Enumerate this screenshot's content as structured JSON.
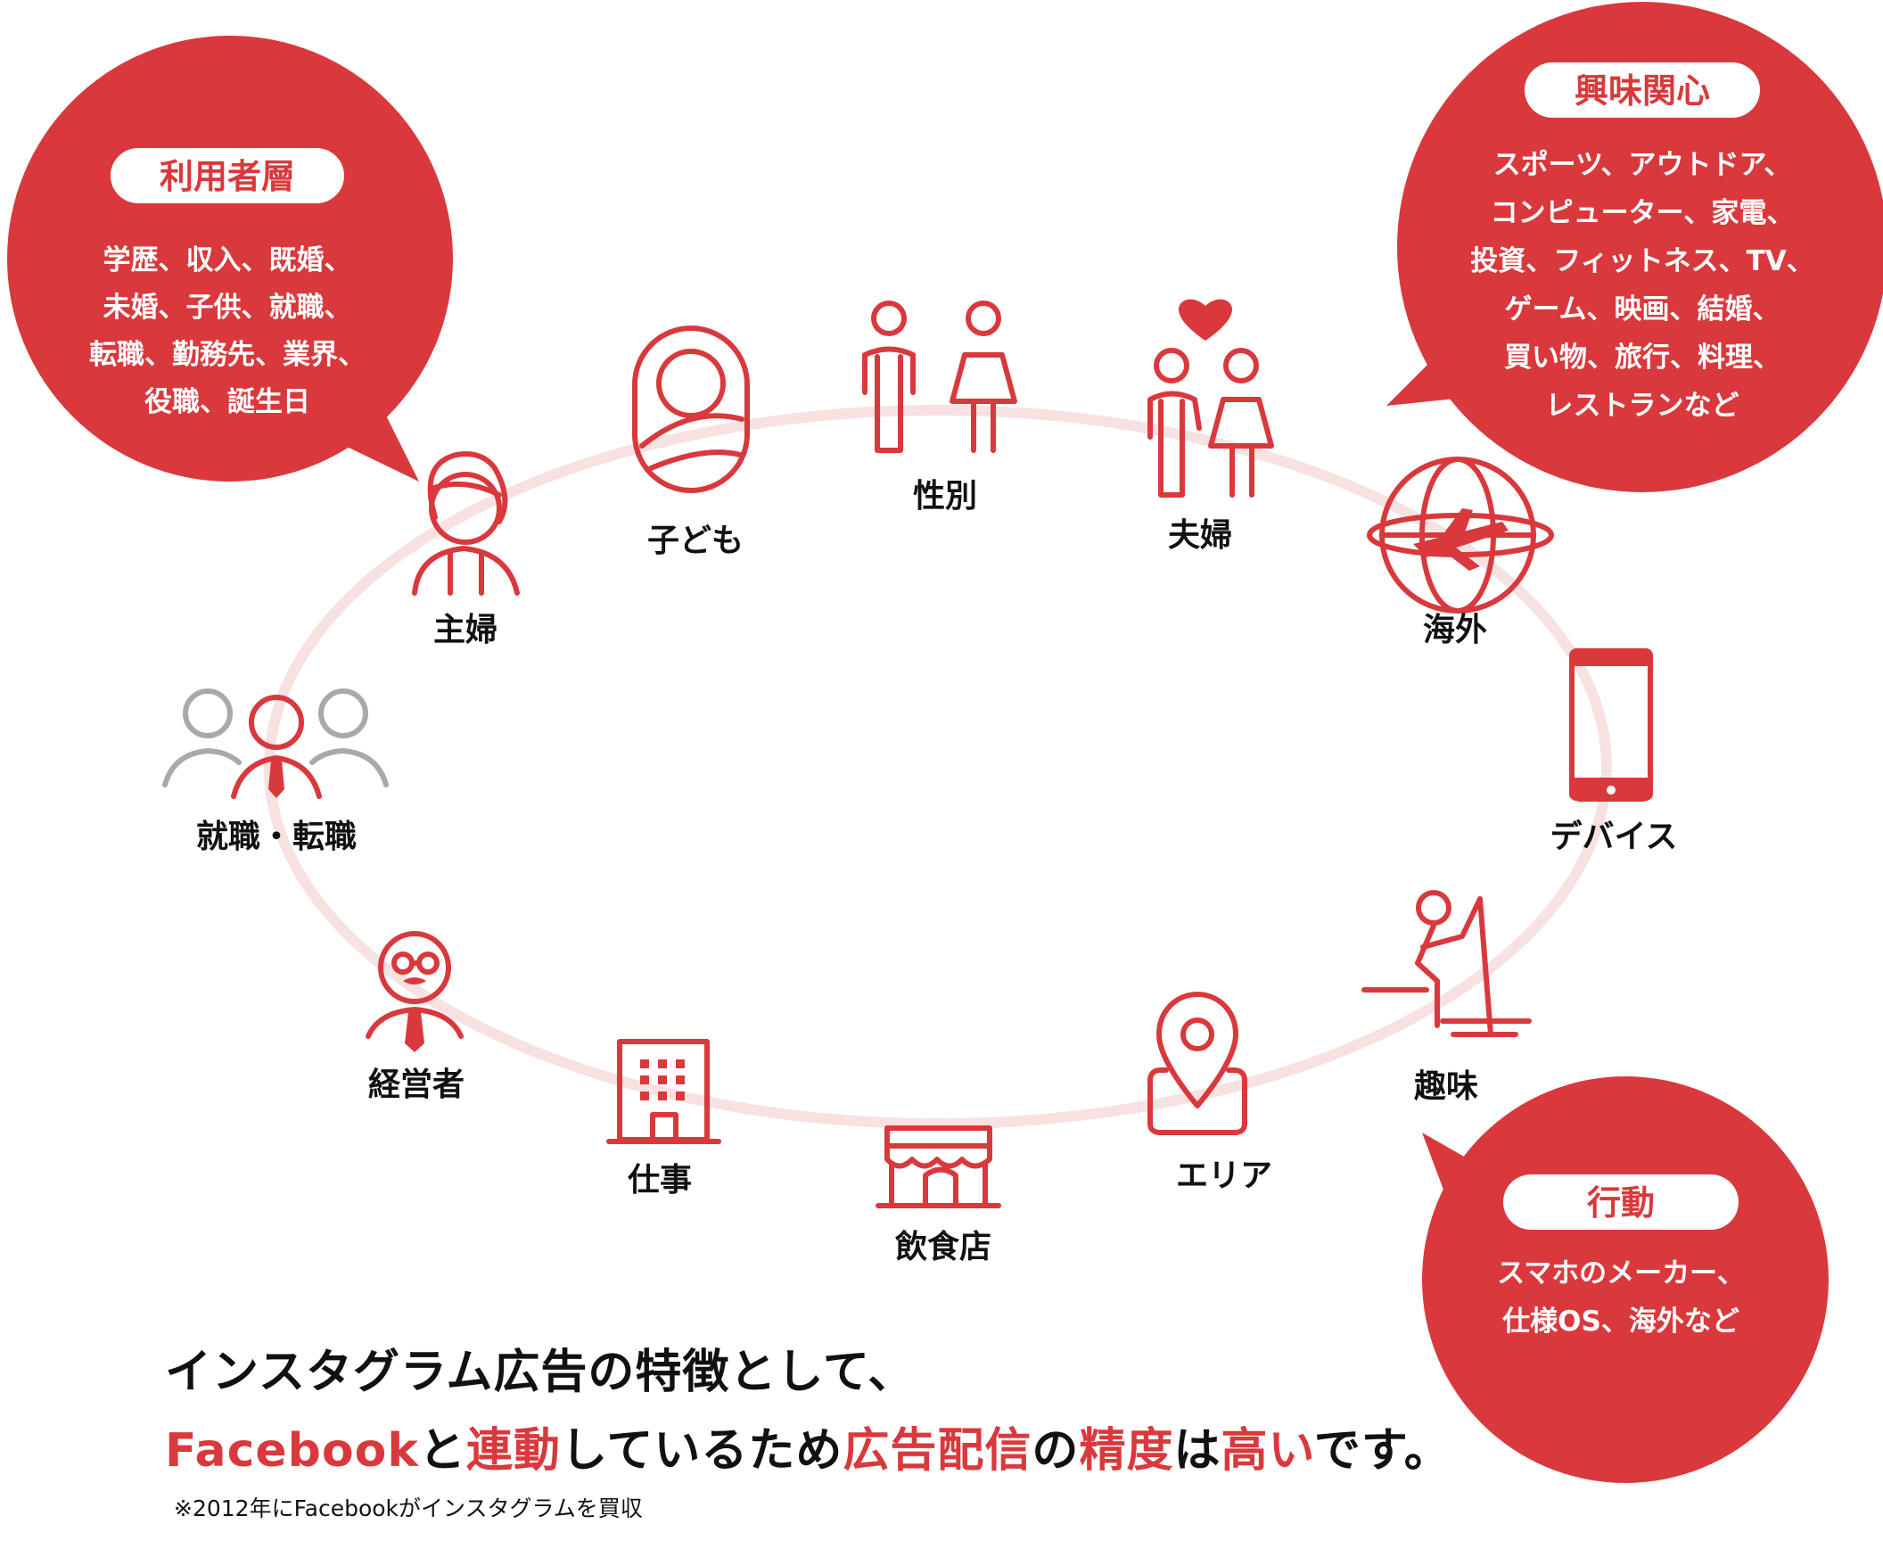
{
  "colors": {
    "accent": "#d9393c",
    "ring": "#f7e1e1",
    "muted_icon": "#a9a9a9",
    "text": "#111111"
  },
  "bubbles": {
    "users": {
      "tag": "利用者層",
      "lines": [
        "学歴、収入、既婚、",
        "未婚、子供、就職、",
        "転職、勤務先、業界、",
        "役職、誕生日"
      ]
    },
    "interests": {
      "tag": "興味関心",
      "lines": [
        "スポーツ、アウトドア、",
        "コンピューター、家電、",
        "投資、フィットネス、TV、",
        "ゲーム、映画、結婚、",
        "買い物、旅行、料理、",
        "レストランなど"
      ]
    },
    "behavior": {
      "tag": "行動",
      "lines": [
        "スマホのメーカー、",
        "仕様OS、海外など"
      ]
    }
  },
  "nodes": [
    {
      "id": "housewife",
      "label": "主婦",
      "icon": "housewife-icon"
    },
    {
      "id": "children",
      "label": "子ども",
      "icon": "baby-icon"
    },
    {
      "id": "gender",
      "label": "性別",
      "icon": "man-woman-icon"
    },
    {
      "id": "couple",
      "label": "夫婦",
      "icon": "couple-heart-icon"
    },
    {
      "id": "overseas",
      "label": "海外",
      "icon": "globe-airplane-icon"
    },
    {
      "id": "device",
      "label": "デバイス",
      "icon": "smartphone-icon"
    },
    {
      "id": "hobby",
      "label": "趣味",
      "icon": "fishing-icon"
    },
    {
      "id": "area",
      "label": "エリア",
      "icon": "map-pin-icon"
    },
    {
      "id": "restaurant",
      "label": "飲食店",
      "icon": "storefront-icon"
    },
    {
      "id": "work",
      "label": "仕事",
      "icon": "office-building-icon"
    },
    {
      "id": "executive",
      "label": "経営者",
      "icon": "executive-icon"
    },
    {
      "id": "career",
      "label": "就職・転職",
      "icon": "job-seekers-icon"
    }
  ],
  "headline": {
    "line1": "インスタグラム広告の特徴として、",
    "line2": [
      {
        "text": "Facebook",
        "highlight": true
      },
      {
        "text": "と",
        "highlight": false
      },
      {
        "text": "連動",
        "highlight": true
      },
      {
        "text": "しているため",
        "highlight": false
      },
      {
        "text": "広告配信",
        "highlight": true
      },
      {
        "text": "の",
        "highlight": false
      },
      {
        "text": "精度",
        "highlight": true
      },
      {
        "text": "は",
        "highlight": false
      },
      {
        "text": "高い",
        "highlight": true
      },
      {
        "text": "です。",
        "highlight": false
      }
    ]
  },
  "footnote": "※2012年にFacebookがインスタグラムを買収"
}
